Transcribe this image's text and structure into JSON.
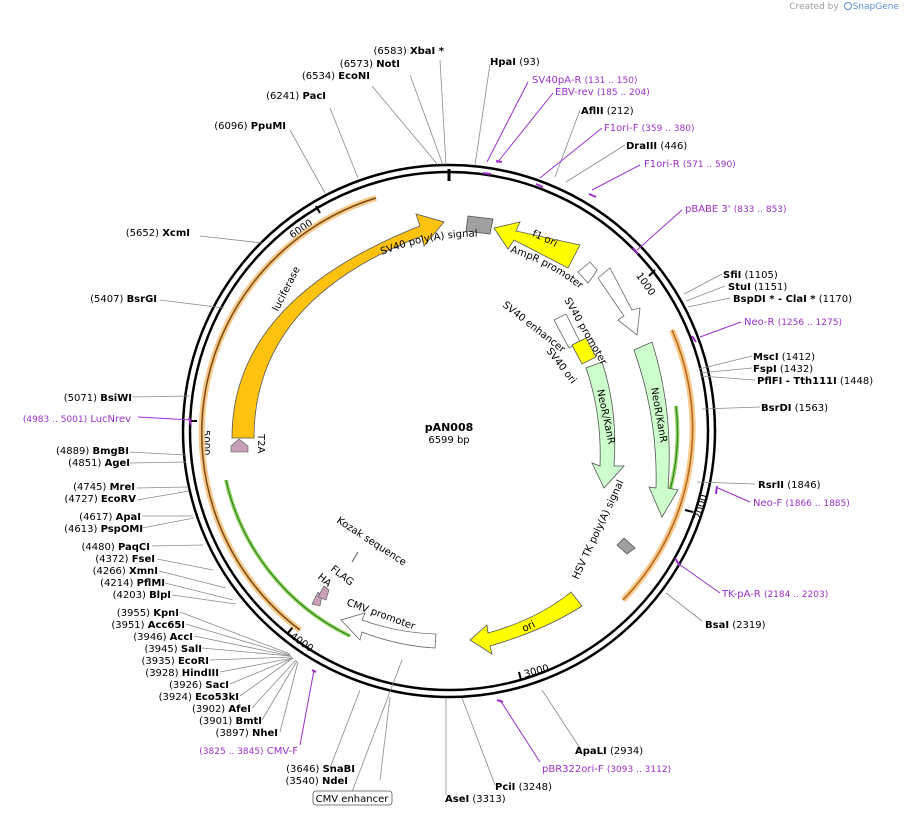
{
  "header": {
    "credit_prefix": "Created by",
    "brand": "SnapGene"
  },
  "plasmid": {
    "name": "pAN008",
    "size_label": "6599 bp",
    "length": 6599
  },
  "colors": {
    "backbone": "#000000",
    "primer": "#9b30c9",
    "enzyme_line": "#8a8a8a",
    "cds_orange": "#ffc20e",
    "cds_green": "#ccffcc",
    "ori_yellow": "#ffff00",
    "promoter_white": "#ffffff",
    "polya_gray": "#a0a0a0",
    "tag_pink": "#c7a0b8",
    "highlight_orange": "#f6c98a",
    "highlight_green": "#9bd86a"
  },
  "ticks": [
    "1000",
    "2000",
    "3000",
    "4000",
    "5000",
    "6000"
  ],
  "enzymes": [
    {
      "name": "XbaI *",
      "pos": "(6583)"
    },
    {
      "name": "NotI",
      "pos": "(6573)"
    },
    {
      "name": "EcoNI",
      "pos": "(6534)"
    },
    {
      "name": "PacI",
      "pos": "(6241)"
    },
    {
      "name": "PpuMI",
      "pos": "(6096)"
    },
    {
      "name": "XcmI",
      "pos": "(5652)"
    },
    {
      "name": "BsrGI",
      "pos": "(5407)"
    },
    {
      "name": "BsiWI",
      "pos": "(5071)"
    },
    {
      "name": "BmgBI",
      "pos": "(4889)"
    },
    {
      "name": "AgeI",
      "pos": "(4851)"
    },
    {
      "name": "MreI",
      "pos": "(4745)"
    },
    {
      "name": "EcoRV",
      "pos": "(4727)"
    },
    {
      "name": "ApaI",
      "pos": "(4617)"
    },
    {
      "name": "PspOMI",
      "pos": "(4613)"
    },
    {
      "name": "PaqCI",
      "pos": "(4480)"
    },
    {
      "name": "FseI",
      "pos": "(4372)"
    },
    {
      "name": "XmnI",
      "pos": "(4266)"
    },
    {
      "name": "PflMI",
      "pos": "(4214)"
    },
    {
      "name": "BlpI",
      "pos": "(4203)"
    },
    {
      "name": "KpnI",
      "pos": "(3955)"
    },
    {
      "name": "Acc65I",
      "pos": "(3951)"
    },
    {
      "name": "AccI",
      "pos": "(3946)"
    },
    {
      "name": "SalI",
      "pos": "(3945)"
    },
    {
      "name": "EcoRI",
      "pos": "(3935)"
    },
    {
      "name": "HindIII",
      "pos": "(3928)"
    },
    {
      "name": "SacI",
      "pos": "(3926)"
    },
    {
      "name": "Eco53kI",
      "pos": "(3924)"
    },
    {
      "name": "AfeI",
      "pos": "(3902)"
    },
    {
      "name": "BmtI",
      "pos": "(3901)"
    },
    {
      "name": "NheI",
      "pos": "(3897)"
    },
    {
      "name": "SnaBI",
      "pos": "(3646)"
    },
    {
      "name": "NdeI",
      "pos": "(3540)"
    },
    {
      "name": "AseI",
      "pos": "(3313)"
    },
    {
      "name": "PciI",
      "pos": "(3248)"
    },
    {
      "name": "ApaLI",
      "pos": "(2934)"
    },
    {
      "name": "BsaI",
      "pos": "(2319)"
    },
    {
      "name": "RsrII",
      "pos": "(1846)"
    },
    {
      "name": "BsrDI",
      "pos": "(1563)"
    },
    {
      "name": "MscI",
      "pos": "(1412)"
    },
    {
      "name": "FspI",
      "pos": "(1432)"
    },
    {
      "name": "PflFI  - Tth111I",
      "pos": "(1448)"
    },
    {
      "name": "SfiI",
      "pos": "(1105)"
    },
    {
      "name": "StuI",
      "pos": "(1151)"
    },
    {
      "name": "BspDI *  - ClaI *",
      "pos": "(1170)"
    },
    {
      "name": "AflII",
      "pos": "(212)"
    },
    {
      "name": "DraIII",
      "pos": "(446)"
    },
    {
      "name": "HpaI",
      "pos": "(93)"
    }
  ],
  "primers": [
    {
      "name": "SV40pA-R",
      "range": "(131 .. 150)"
    },
    {
      "name": "EBV-rev",
      "range": "(185 .. 204)"
    },
    {
      "name": "F1ori-F",
      "range": "(359 .. 380)"
    },
    {
      "name": "F1ori-R",
      "range": "(571 .. 590)"
    },
    {
      "name": "pBABE 3'",
      "range": "(833 .. 853)"
    },
    {
      "name": "Neo-R",
      "range": "(1256 .. 1275)"
    },
    {
      "name": "Neo-F",
      "range": "(1866 .. 1885)"
    },
    {
      "name": "TK-pA-R",
      "range": "(2184 .. 2203)"
    },
    {
      "name": "pBR322ori-F",
      "range": "(3093 .. 3112)"
    },
    {
      "name": "CMV-F",
      "range": "(3825 .. 3845)"
    },
    {
      "name": "LucNrev",
      "range": "(4983 .. 5001)"
    }
  ],
  "features": {
    "sv40_polya": "SV40 poly(A) signal",
    "f1_ori": "f1 ori",
    "ampr_promoter": "AmpR promoter",
    "sv40_promoter": "SV40 promoter",
    "sv40_enhancer": "SV40 enhancer",
    "sv40_ori": "SV40 ori",
    "neor_inner": "NeoR/KanR",
    "neor_outer": "NeoR/KanR",
    "hsv_tk_polya": "HSV TK poly(A) signal",
    "ori": "ori",
    "cmv_promoter": "CMV promoter",
    "cmv_enhancer": "CMV enhancer",
    "kozak": "Kozak sequence",
    "flag": "FLAG",
    "ha": "HA",
    "luciferase": "luciferase",
    "t2a": "T2A"
  }
}
